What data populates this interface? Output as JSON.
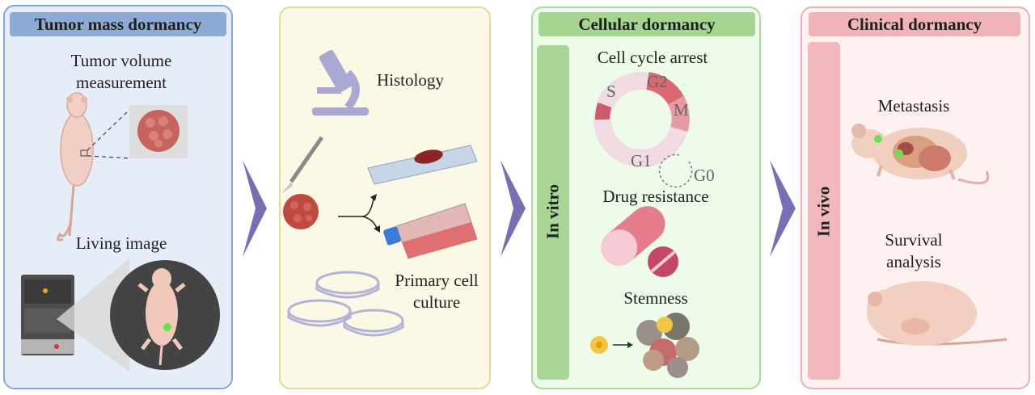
{
  "panels": {
    "tumor_mass": {
      "title": "Tumor mass dormancy",
      "volume_label_1": "Tumor volume",
      "volume_label_2": "measurement",
      "imaging_label": "Living image"
    },
    "methods": {
      "histology_label": "Histology",
      "culture_label_1": "Primary cell",
      "culture_label_2": "culture"
    },
    "cellular": {
      "title": "Cellular dormancy",
      "side_label": "In vitro",
      "cell_cycle_label": "Cell cycle arrest",
      "phases": {
        "s": "S",
        "g2": "G2",
        "m": "M",
        "g1": "G1",
        "g0": "G0"
      },
      "drug_label": "Drug resistance",
      "stemness_label": "Stemness"
    },
    "clinical": {
      "title": "Clinical dormancy",
      "side_label": "In vivo",
      "metastasis_label": "Metastasis",
      "survival_label_1": "Survival",
      "survival_label_2": "analysis"
    }
  },
  "colors": {
    "tumor_panel": "#e6edf8",
    "methods_panel": "#fbf8e6",
    "cellular_panel": "#effbea",
    "clinical_panel": "#fdf1f2",
    "arrow": "#7670b3"
  }
}
